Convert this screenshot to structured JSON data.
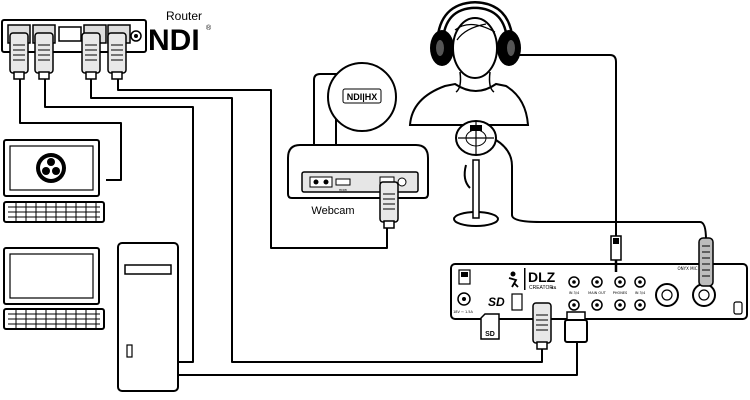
{
  "router": {
    "caption": "Router",
    "logo": "NDI",
    "reg": "®"
  },
  "webcam": {
    "caption": "Webcam",
    "badge": "NDI|HX",
    "port_label": "HDMI"
  },
  "mixer": {
    "brand": "DLZ",
    "model": "CREATOR",
    "model_suffix": "XS",
    "sd_logo": "SD",
    "sd_card": "SD",
    "mic_label": "ONYX MIC PRE",
    "power_label": "18V ⎓ 1.5A",
    "jack_labels": [
      "IN 3/4",
      "MAIN OUT",
      "PHONES",
      "IN 3/4"
    ]
  },
  "colors": {
    "line": "#000000",
    "fill": "#ffffff",
    "device_gray": "#e6e6e6",
    "device_dark": "#bdbdbd"
  }
}
